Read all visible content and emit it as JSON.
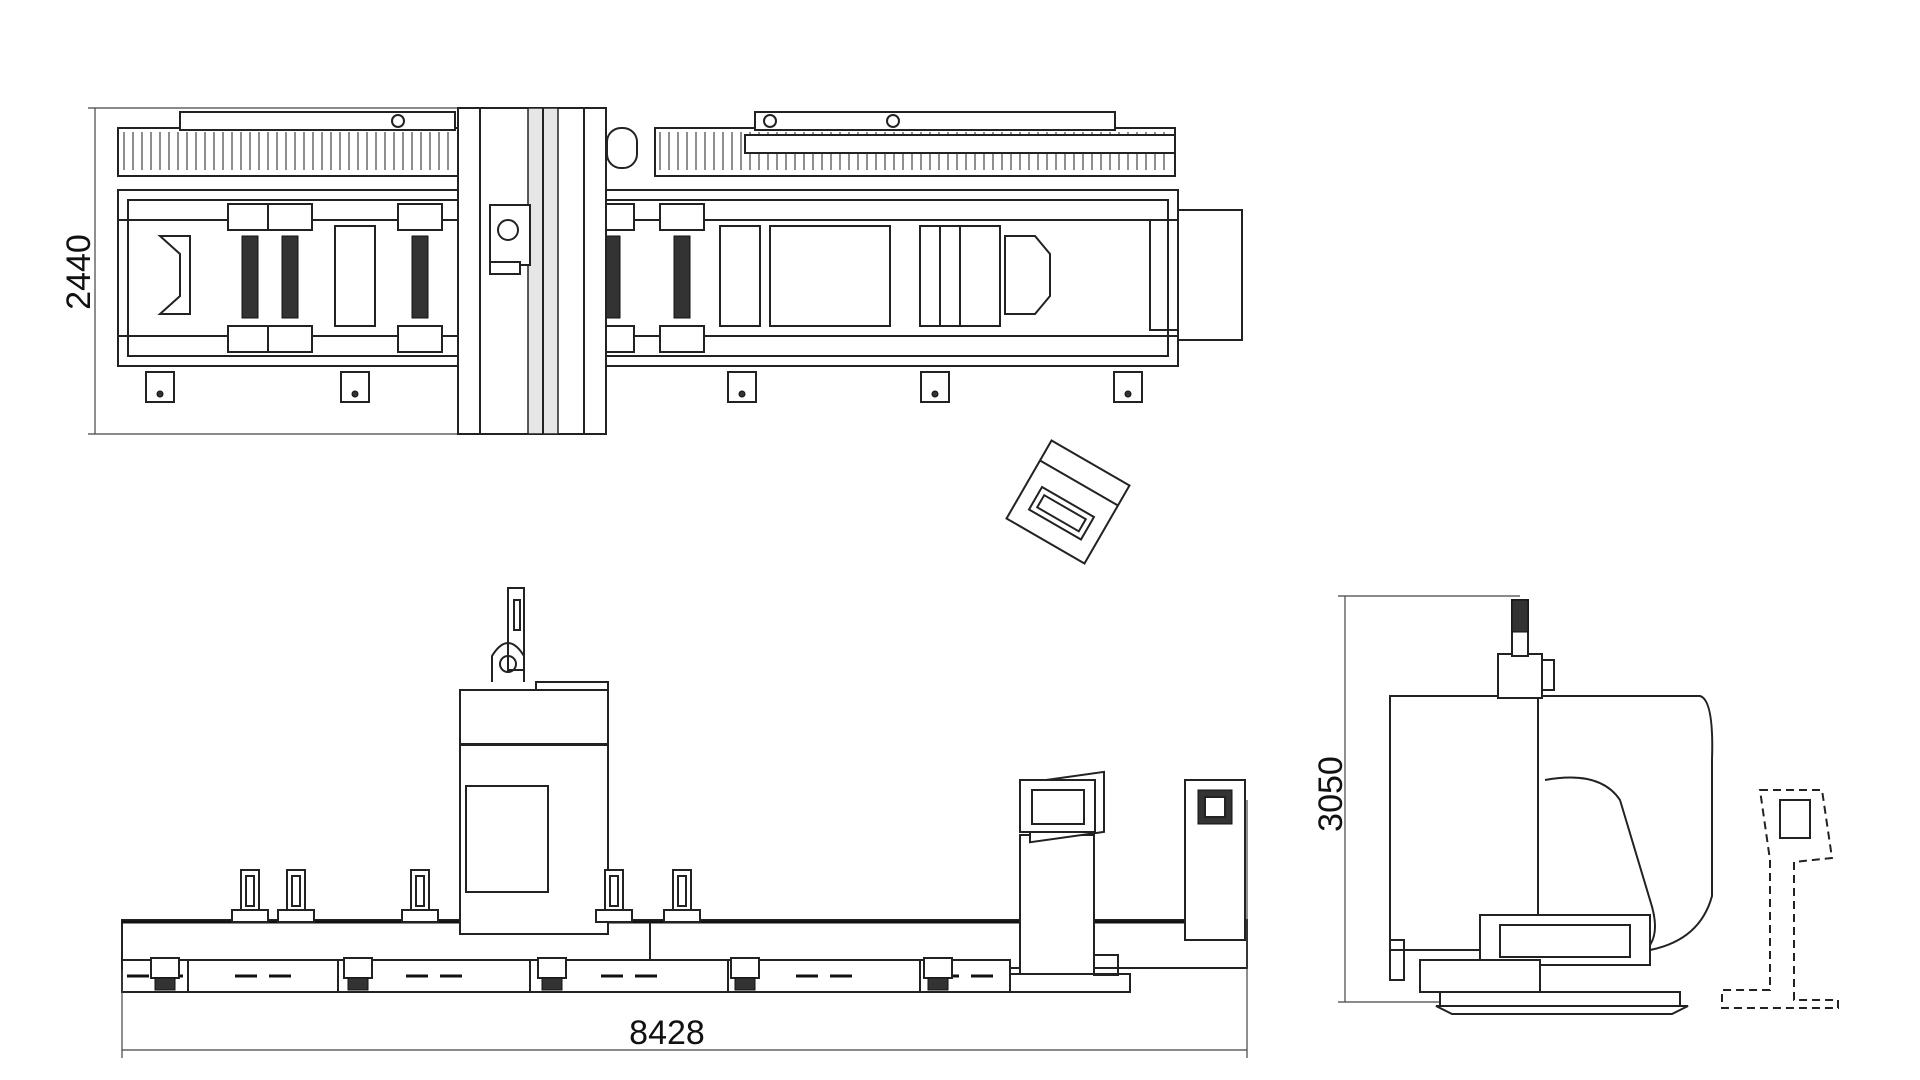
{
  "dimensions": {
    "top_view_width": "2440",
    "front_view_length": "8428",
    "side_view_height": "3050"
  }
}
